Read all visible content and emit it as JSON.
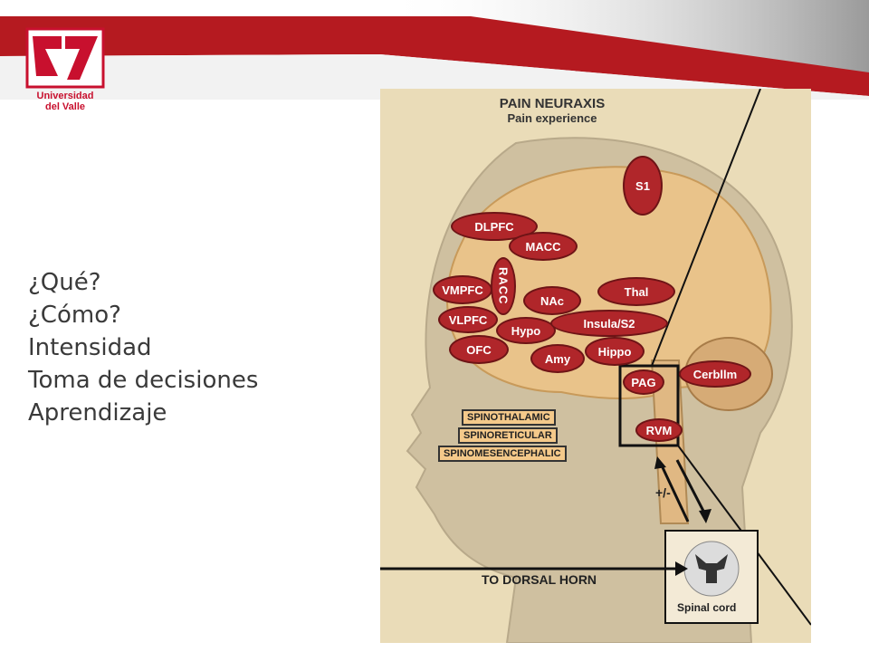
{
  "logo": {
    "line1": "Universidad",
    "line2": "del Valle"
  },
  "bullets": [
    "¿Qué?",
    "¿Cómo?",
    "Intensidad",
    "Toma de decisiones",
    "Aprendizaje"
  ],
  "figure": {
    "title": "PAIN NEURAXIS",
    "subtitle": "Pain experience",
    "regions": {
      "s1": "S1",
      "dlpfc": "DLPFC",
      "macc": "MACC",
      "racc": "RACC",
      "vmpfc": "VMPFC",
      "nac": "NAc",
      "thal": "Thal",
      "vlpfc": "VLPFC",
      "hypo": "Hypo",
      "insula": "Insula/S2",
      "ofc": "OFC",
      "amy": "Amy",
      "hippo": "Hippo",
      "pag": "PAG",
      "cerbllm": "Cerbllm",
      "rvm": "RVM"
    },
    "tracts": [
      "SPINOTHALAMIC",
      "SPINORETICULAR",
      "SPINOMESENCEPHALIC"
    ],
    "modulation": "+/-",
    "dorsal_horn": "TO DORSAL HORN",
    "spinal_cord": "Spinal cord"
  },
  "colors": {
    "brand_red": "#c8102e",
    "region_red": "#b0262a",
    "figure_bg": "#eadcb8"
  }
}
